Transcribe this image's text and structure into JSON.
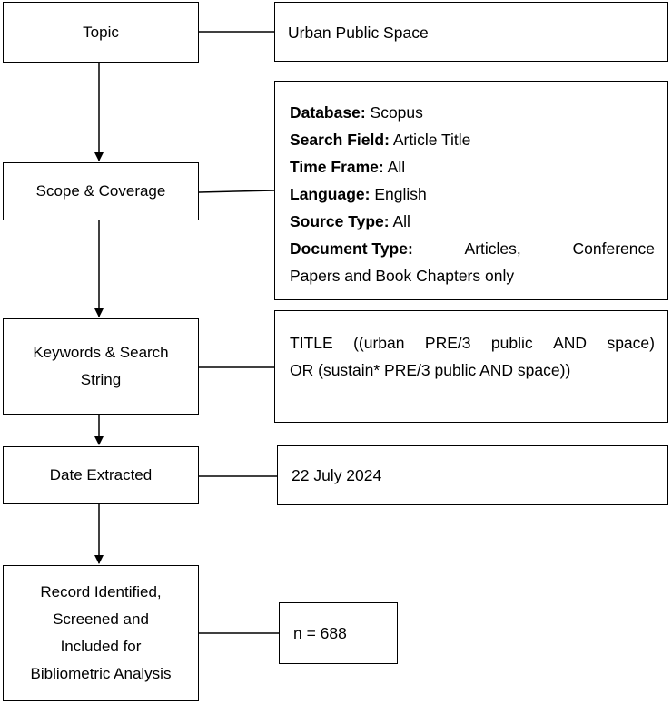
{
  "left_boxes": {
    "topic": "Topic",
    "scope": "Scope & Coverage",
    "keywords": [
      "Keywords & Search",
      "String"
    ],
    "date": "Date Extracted",
    "record": [
      "Record Identified,",
      "Screened and",
      "Included for",
      "Bibliometric Analysis"
    ]
  },
  "right_boxes": {
    "topic_value": "Urban Public Space",
    "scope_details": [
      {
        "label": "Database:",
        "value": "Scopus"
      },
      {
        "label": "Search Field:",
        "value": "Article Title"
      },
      {
        "label": "Time Frame:",
        "value": "All"
      },
      {
        "label": "Language:",
        "value": "English"
      },
      {
        "label": "Source Type:",
        "value": "All"
      }
    ],
    "document_type": {
      "label": "Document Type:",
      "words": [
        "Articles,",
        "Conference"
      ],
      "continuation": "Papers and Book Chapters only"
    },
    "search_string": {
      "line1_words": [
        "TITLE",
        "((urban",
        "PRE/3",
        "public",
        "AND",
        "space)"
      ],
      "line2": "OR (sustain* PRE/3 public AND space))"
    },
    "date_value": "22 July 2024",
    "count_value": "n = 688"
  }
}
